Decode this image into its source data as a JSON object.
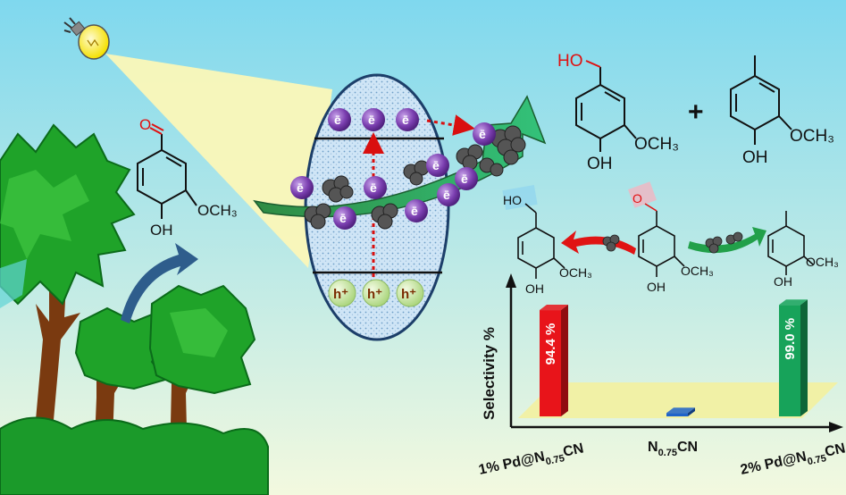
{
  "reactant": {
    "carbonyl_o": "O",
    "methoxy": "OCH₃",
    "hydroxyl": "OH"
  },
  "products_top": {
    "alcohol": {
      "hydroxyl_top": "HO",
      "methoxy": "OCH₃",
      "hydroxyl": "OH"
    },
    "plus": "+",
    "creosol": {
      "methoxy": "OCH₃",
      "hydroxyl": "OH"
    }
  },
  "mechanism": {
    "alcohol": {
      "hydroxyl_top": "HO",
      "methoxy": "OCH₃",
      "hydroxyl": "OH"
    },
    "aldehyde": {
      "carbonyl_o": "O",
      "methoxy": "OCH₃",
      "hydroxyl": "OH"
    },
    "creosol": {
      "methoxy": "OCH₃",
      "hydroxyl": "OH"
    }
  },
  "carriers": {
    "electron": "ē",
    "hole": "h⁺"
  },
  "colors": {
    "red_bar": "#e8141a",
    "blue_bar": "#1f63c9",
    "green_bar": "#17a35a",
    "sky_top": "#7fd8ee",
    "sky_bottom": "#f3f9df",
    "electron": "#7b3fb0",
    "hole": "#c4e29a"
  },
  "chart_data": {
    "type": "bar",
    "ylabel": "Selectivity %",
    "xlabel": "",
    "categories": [
      "1% Pd@N0.75CN",
      "N0.75CN",
      "2% Pd@N0.75CN"
    ],
    "category_parts": [
      {
        "pre": "1% Pd@N",
        "sub": "0.75",
        "post": "CN"
      },
      {
        "pre": "N",
        "sub": "0.75",
        "post": "CN"
      },
      {
        "pre": "2% Pd@N",
        "sub": "0.75",
        "post": "CN"
      }
    ],
    "values": [
      94.4,
      3,
      99.0
    ],
    "value_labels": [
      "94.4 %",
      "",
      "99.0 %"
    ],
    "ylim": [
      0,
      100
    ],
    "grid": false
  }
}
